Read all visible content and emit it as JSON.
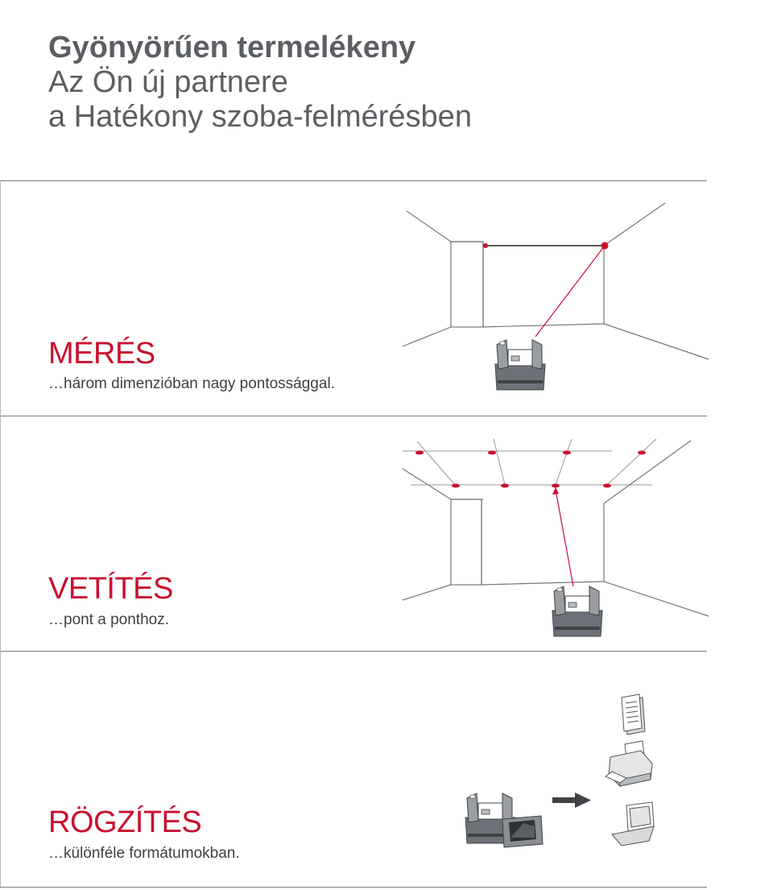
{
  "header": {
    "line1": "Gyönyörűen termelékeny",
    "line2": "Az Ön új partnere",
    "line3": "a Hatékony szoba-felmérésben"
  },
  "sections": [
    {
      "title": "MÉRÉS",
      "subtitle": "…három dimenzióban nagy pontossággal."
    },
    {
      "title": "VETÍTÉS",
      "subtitle": "…pont a ponthoz."
    },
    {
      "title": "RÖGZÍTÉS",
      "subtitle": "…különféle formátumokban."
    }
  ],
  "colors": {
    "accent": "#c8102e",
    "device": "#6d7278",
    "text": "#5b5f63",
    "rule": "#7a7d80"
  },
  "icons": [
    "measuring-device-icon",
    "tablet-icon",
    "arrow-right-icon",
    "document-icon",
    "printer-icon",
    "laptop-icon"
  ]
}
